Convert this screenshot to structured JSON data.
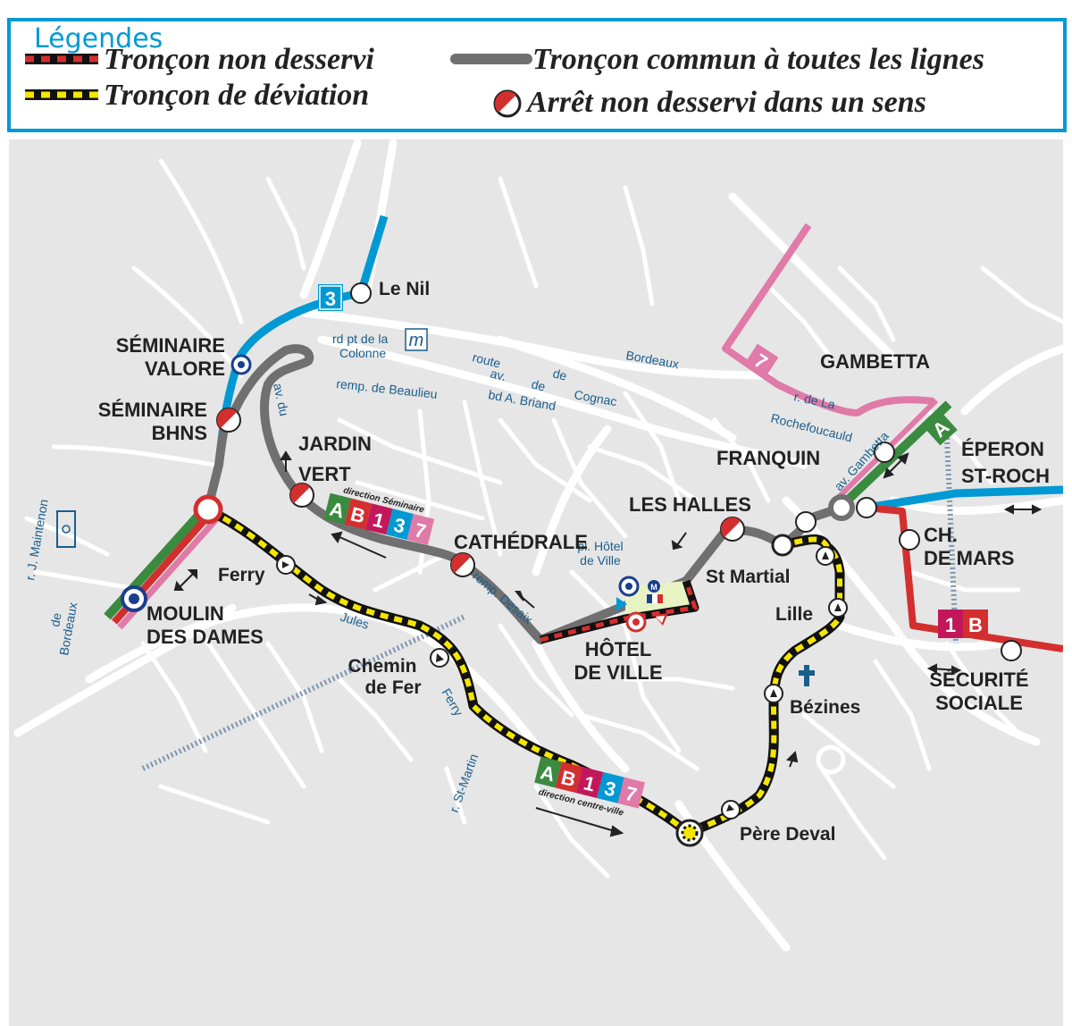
{
  "legend": {
    "title": "Légendes",
    "items": [
      {
        "key": "non_served",
        "label": "Tronçon non desservi"
      },
      {
        "key": "deviation",
        "label": "Tronçon de déviation"
      },
      {
        "key": "common",
        "label": "Tronçon commun à toutes les lignes"
      },
      {
        "key": "half_stop",
        "label": "Arrêt non desservi dans un sens"
      }
    ]
  },
  "colors": {
    "line_A": "#3a8a3f",
    "line_B": "#d32f2f",
    "line_1": "#c2185b",
    "line_3": "#0099d4",
    "line_7": "#e07aa8",
    "common": "#707070",
    "deviation_yellow": "#f5e600",
    "frame": "#0099d4"
  },
  "stops": {
    "le_nil": "Le Nil",
    "seminaire_valore": [
      "SÉMINAIRE",
      "VALORE"
    ],
    "seminaire_bhns": [
      "SÉMINAIRE",
      "BHNS"
    ],
    "jardin_vert": [
      "JARDIN",
      "VERT"
    ],
    "cathedrale": "CATHÉDRALE",
    "les_halles": "LES HALLES",
    "hotel_de_ville": [
      "HÔTEL",
      "DE VILLE"
    ],
    "franquin": "FRANQUIN",
    "gambetta": "GAMBETTA",
    "eperon": [
      "ÉPERON",
      "ST-ROCH"
    ],
    "ch_de_mars": [
      "CH.",
      "DE MARS"
    ],
    "securite_sociale": [
      "SÉCURITÉ",
      "SOCIALE"
    ],
    "st_martial": "St Martial",
    "lille": "Lille",
    "bezines": "Bézines",
    "pere_deval": "Père Deval",
    "chemin_de_fer": [
      "Chemin",
      "de Fer"
    ],
    "ferry": "Ferry",
    "moulin_des_dames": [
      "MOULIN",
      "DES DAMES"
    ]
  },
  "streets": {
    "rd_pt": [
      "rd pt de la",
      "Colonne"
    ],
    "route": "route",
    "av": "av.",
    "de1": "de",
    "bordeaux": "Bordeaux",
    "de2": "de",
    "cognac": "Cognac",
    "remp_beaulieu": "remp. de Beaulieu",
    "bd_briand": "bd A. Briand",
    "av_du": "av. du",
    "pl_hotel": [
      "pl. Hôtel",
      "de Ville"
    ],
    "remp_desaix": "remp. Desaix",
    "jules": "Jules",
    "ferry_street": "Ferry",
    "r_st_martin": "r. St-Martin",
    "r_maintenon": "r. J. Maintenon",
    "de_bordeaux1": "de",
    "de_bordeaux2": "Bordeaux",
    "r_rochefoucauld": [
      "r. de La",
      "Rochefoucauld"
    ],
    "av_gambetta": "av. Gambetta"
  },
  "badges": {
    "line3": "3",
    "line7": "7",
    "lineA": "A",
    "line1B": [
      "1",
      "B"
    ],
    "band_lines": [
      "A",
      "B",
      "1",
      "3",
      "7"
    ],
    "direction_seminaire": "direction Séminaire",
    "direction_centre": "direction centre-ville",
    "museum": "m"
  }
}
